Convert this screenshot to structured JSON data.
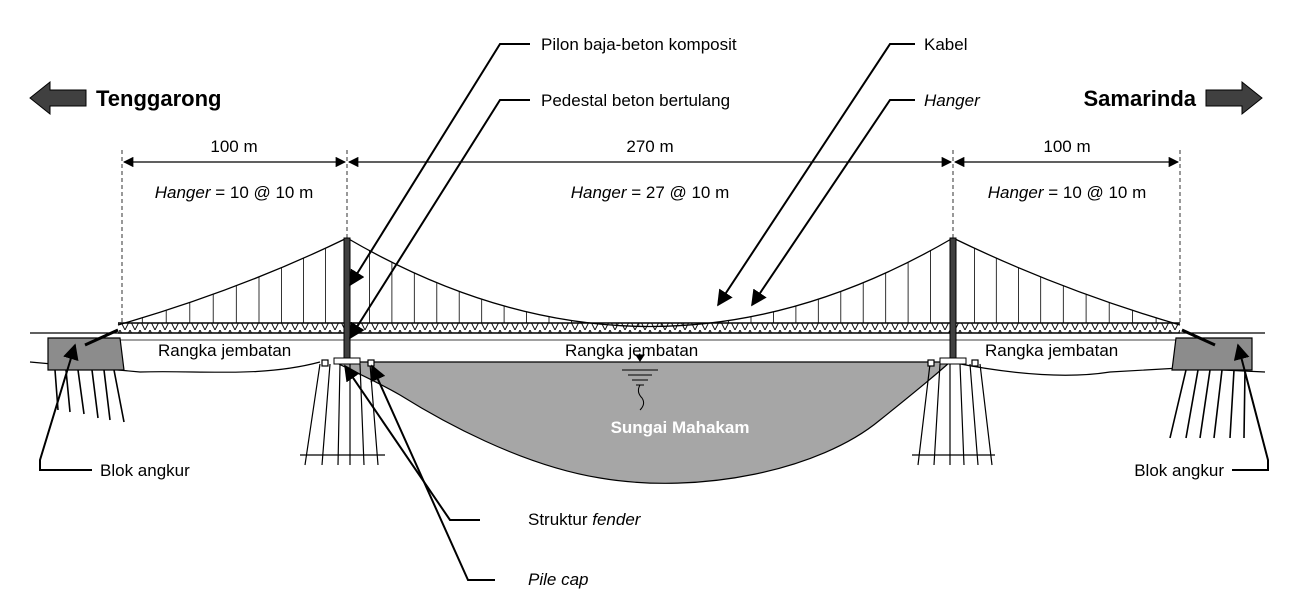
{
  "cities": {
    "left": "Tenggarong",
    "right": "Samarinda"
  },
  "spans": {
    "left": {
      "length": "100 m",
      "hanger_word": "Hanger",
      "hanger_spec": " = 10 @ 10 m"
    },
    "main": {
      "length": "270 m",
      "hanger_word": "Hanger",
      "hanger_spec": " = 27 @ 10 m"
    },
    "right": {
      "length": "100 m",
      "hanger_word": "Hanger",
      "hanger_spec": " = 10 @ 10 m"
    }
  },
  "labels": {
    "pylon": "Pilon baja-beton komposit",
    "pedestal": "Pedestal beton bertulang",
    "cable": "Kabel",
    "hanger": "Hanger",
    "truss_left": "Rangka jembatan",
    "truss_main": "Rangka jembatan",
    "truss_right": "Rangka jembatan",
    "river": "Sungai Mahakam",
    "anchor_left": "Blok angkur",
    "anchor_right": "Blok angkur",
    "fender_word1": "Struktur ",
    "fender_word2": "fender",
    "pile_cap": "Pile cap"
  },
  "colors": {
    "line": "#000000",
    "river": "#a6a6a6",
    "arrow": "#404040",
    "anchor": "#8c8c8c"
  }
}
